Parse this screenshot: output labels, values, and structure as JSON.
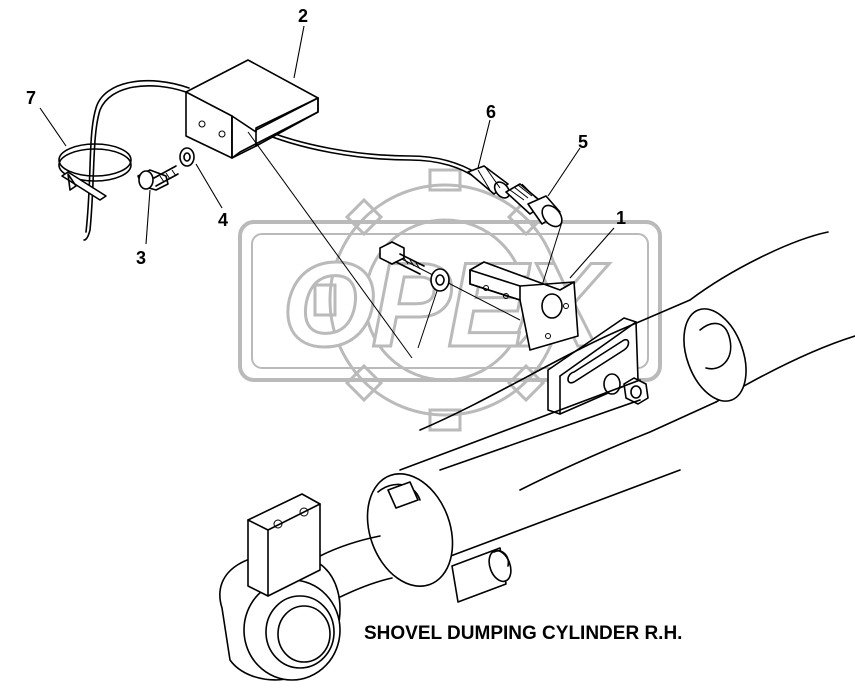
{
  "diagram": {
    "callouts": [
      {
        "id": "1",
        "label": "1"
      },
      {
        "id": "2",
        "label": "2"
      },
      {
        "id": "3",
        "label": "3"
      },
      {
        "id": "4",
        "label": "4"
      },
      {
        "id": "5",
        "label": "5"
      },
      {
        "id": "6",
        "label": "6"
      },
      {
        "id": "7",
        "label": "7"
      }
    ],
    "caption": "SHOVEL DUMPING CYLINDER R.H.",
    "watermark": "OPEX"
  }
}
